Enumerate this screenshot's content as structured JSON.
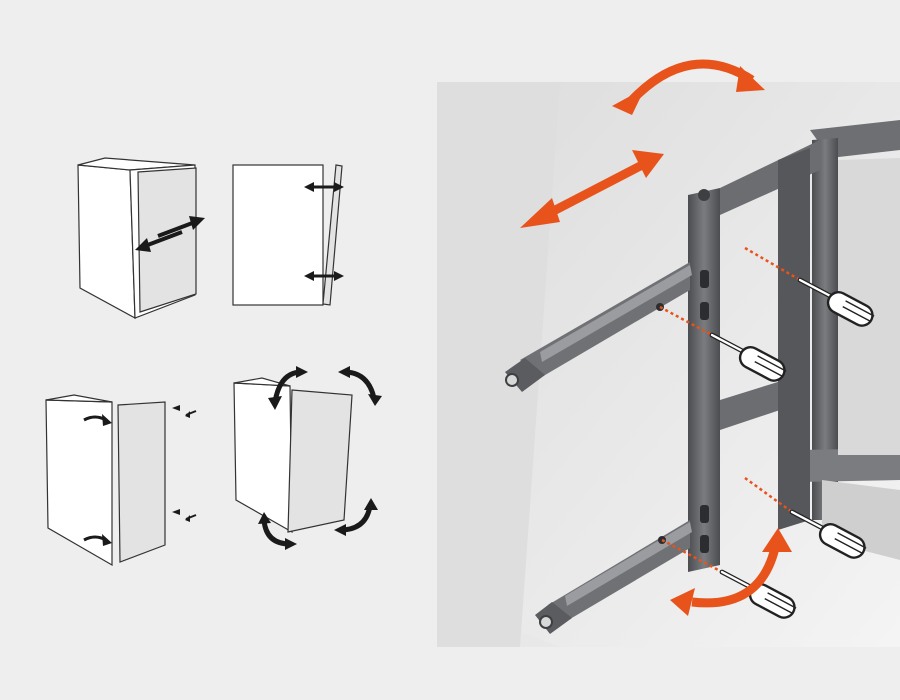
{
  "figure": {
    "background": "#eeeeee",
    "photo_background": "#e6e6e6",
    "panel_fill": "#ffffff",
    "door_fill": "#e3e3e3",
    "line_color": "#333333",
    "arrow_dark": "#1a1a1a",
    "arrow_orange": "#e8531c",
    "rail_metal": "#5d5f63",
    "rail_light": "#85878b",
    "dashed_guide": "#e8531c"
  },
  "diagrams": [
    {
      "id": "push-pull",
      "adjustment": "depth",
      "arrows": 2
    },
    {
      "id": "side-in-out",
      "adjustment": "side",
      "arrows": 2
    },
    {
      "id": "hinge-turn",
      "adjustment": "height",
      "arrows": 2
    },
    {
      "id": "corner-rotate",
      "adjustment": "tilt",
      "arrows": 4
    }
  ],
  "photo": {
    "icons": [
      "curved-arrow-icon",
      "double-arrow-icon",
      "curved-arrow-icon",
      "screwdriver-icon"
    ],
    "screwdrivers": 4
  }
}
